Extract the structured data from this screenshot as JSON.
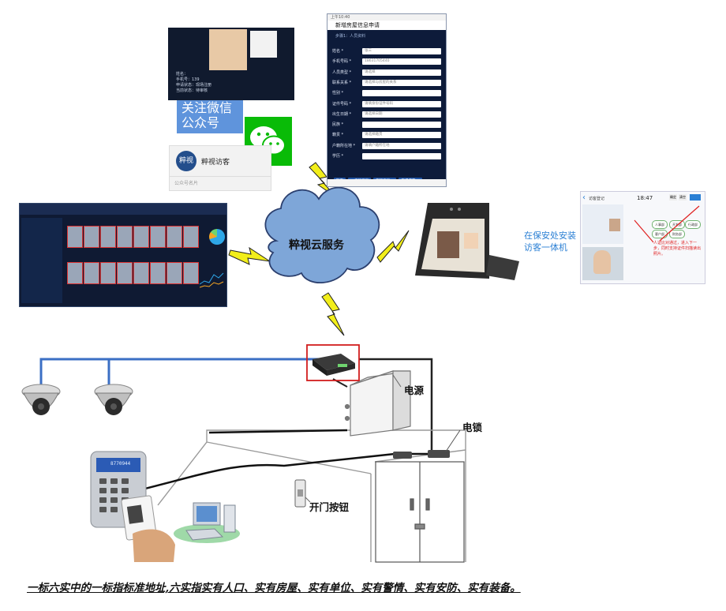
{
  "cloud": {
    "label": "粹视云服务"
  },
  "wechat": {
    "follow_label": "关注微信公众号",
    "account_name": "粹视访客",
    "card_logo_text": "粹视",
    "card_caption": "公众号名片",
    "profile_fields": [
      "姓名：",
      "手机号：139",
      "申请状态：现场注册",
      "当前状态：待审核"
    ]
  },
  "phone_form": {
    "status_time": "上午10:40",
    "title": "新增房屋信息申请",
    "section": "步骤1：人员资料",
    "rows": [
      {
        "label": "姓名 *",
        "value": "张三"
      },
      {
        "label": "手机号码 *",
        "value": "18631705440"
      },
      {
        "label": "人员类型 *",
        "value": "请选择"
      },
      {
        "label": "联系关系 *",
        "value": "请选择与房屋的关系"
      },
      {
        "label": "性别 *",
        "value": ""
      },
      {
        "label": "证件号码 *",
        "value": "请填身份证件号码"
      },
      {
        "label": "出生日期 *",
        "value": "请选择日期"
      },
      {
        "label": "民族 *",
        "value": ""
      },
      {
        "label": "籍贯 *",
        "value": "请选择籍贯"
      },
      {
        "label": "户籍所在地 *",
        "value": "请填户籍所在地"
      },
      {
        "label": "学历 *",
        "value": ""
      }
    ],
    "buttons": [
      "暂存",
      "← 房屋信息",
      "车辆信息 →",
      "完成提交 →"
    ]
  },
  "kiosk": {
    "label": "在保安处安装访客一体机",
    "ui_title": "访客登记",
    "ui_time": "18:47",
    "ui_buttons": [
      "确定",
      "清空"
    ],
    "ui_options": [
      "人事部",
      "开发部",
      "行政部",
      "客户部",
      "财务部"
    ],
    "note": "人证比对通过，进入下一步，同时支持证件扫描读出照片。"
  },
  "hardware": {
    "power_label": "电源",
    "lock_label": "电锁",
    "exit_button_label": "开门按钮",
    "keypad_display": "8770944"
  },
  "caption": "一标六实中的一标指标准地址,六实指实有人口、实有房屋、实有单位、实有警情、实有安防、实有装备。",
  "colors": {
    "cloud_fill": "#7ea6d8",
    "bolt": "#f2ee1a",
    "cable": "#3b6fc4",
    "controller_border": "#d11d1d",
    "wechat_green": "#09bb07"
  }
}
